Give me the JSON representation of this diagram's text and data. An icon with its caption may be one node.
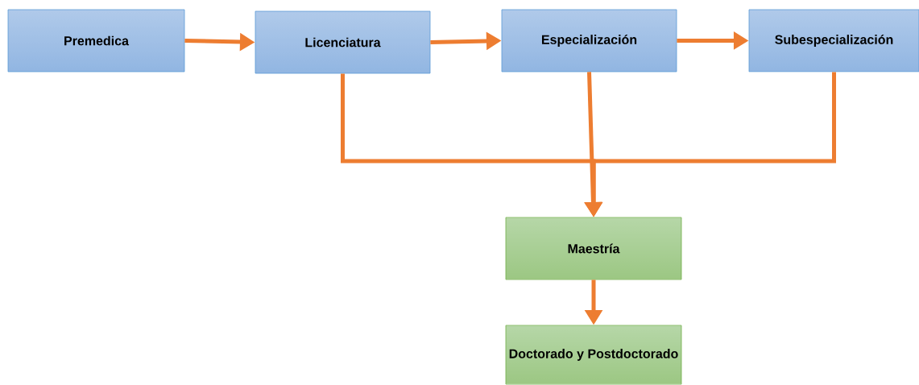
{
  "diagram": {
    "nodes": [
      {
        "text": [
          "Premedica"
        ]
      },
      {
        "text": [
          "Licenciatura"
        ]
      },
      {
        "text": [
          "Especialización"
        ]
      },
      {
        "text": [
          "Subespecialización"
        ]
      },
      {
        "text": [
          "Maestría"
        ]
      },
      {
        "text": [
          "Doctorado y Postdoctorado"
        ]
      }
    ],
    "edges": [
      {
        "from": 0,
        "to": 1,
        "arrow": "to"
      },
      {
        "from": 1,
        "to": 2,
        "arrow": "to"
      },
      {
        "from": 2,
        "to": 3,
        "arrow": "to"
      },
      {
        "from": 1,
        "to": 4,
        "arrow": "to"
      },
      {
        "from": 2,
        "to": 4,
        "arrow": "to"
      },
      {
        "from": 3,
        "to": 4,
        "arrow": "to"
      },
      {
        "from": 4,
        "to": 5,
        "arrow": "to"
      }
    ]
  }
}
